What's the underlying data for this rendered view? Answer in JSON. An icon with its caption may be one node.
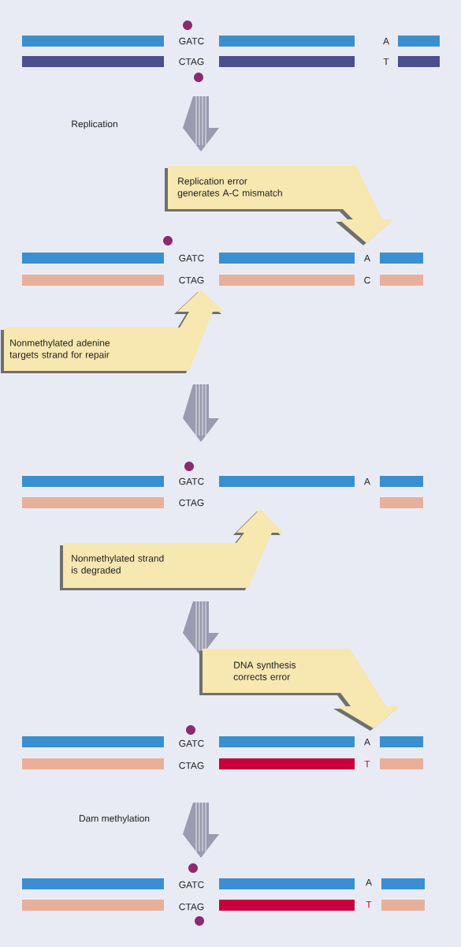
{
  "diagram": {
    "nodes": [
      {
        "text": [
          "Replication error generates A-C mismatch"
        ]
      },
      {
        "text": [
          "Nonmethylated adenine targets strand for repair"
        ]
      },
      {
        "text": [
          "Nonmethylated strand is degraded"
        ]
      },
      {
        "text": [
          "DNA synthesis corrects error"
        ]
      }
    ],
    "labels": [
      "GATC",
      "A",
      "CTAG",
      "T",
      "Replication",
      "GATC",
      "A",
      "CTAG",
      "C",
      "GATC",
      "A",
      "CTAG",
      "GATC",
      "A",
      "CTAG",
      "T",
      "Dam methylation",
      "GATC",
      "A",
      "CTAG",
      "T"
    ]
  }
}
